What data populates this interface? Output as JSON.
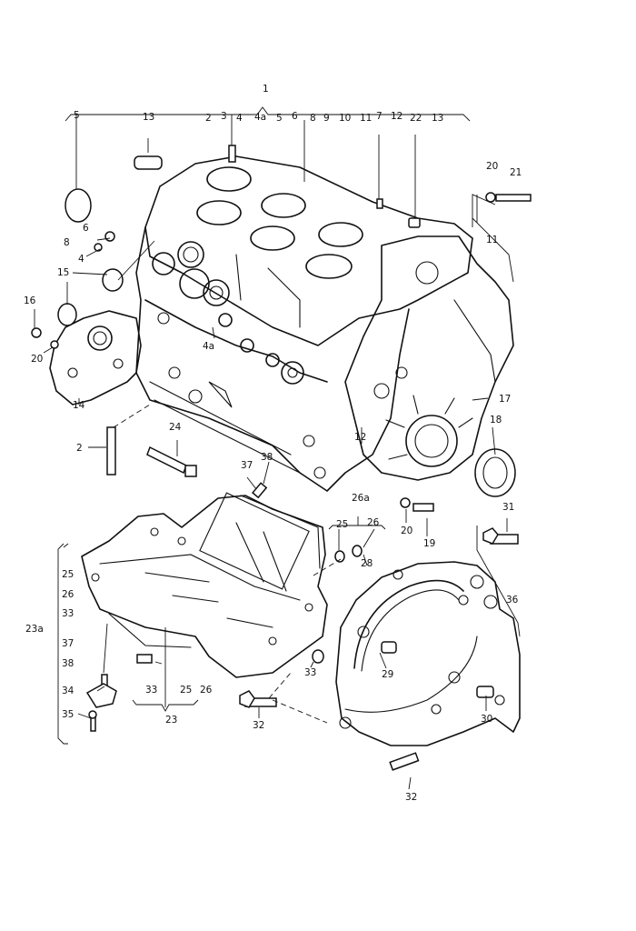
{
  "callouts": {
    "c1": "1",
    "c5a": "5",
    "c13a": "13",
    "c2a": "2",
    "c3": "3",
    "c4a": "4",
    "c4ab": "4a",
    "c5b": "5",
    "c6a": "6",
    "c8a": "8",
    "c9": "9",
    "c10": "10",
    "c11a": "11",
    "c7": "7",
    "c12a": "12",
    "c22": "22",
    "c13b": "13",
    "c20a": "20",
    "c21": "21",
    "c11b": "11",
    "c6b": "6",
    "c8b": "8",
    "c4b": "4",
    "c15": "15",
    "c16": "16",
    "c20b": "20",
    "c14": "14",
    "c4ac": "4a",
    "c17": "17",
    "c18": "18",
    "c12b": "12",
    "c2b": "2",
    "c24": "24",
    "c37a": "37",
    "c38a": "38",
    "c26a": "26a",
    "c20c": "20",
    "c19": "19",
    "c31": "31",
    "c25a": "25",
    "c26b": "26",
    "c28": "28",
    "c36": "36",
    "c25b": "25",
    "c26c": "26",
    "c33a": "33",
    "c23a": "23a",
    "c37b": "37",
    "c38b": "38",
    "c34": "34",
    "c35": "35",
    "c33b": "33",
    "c25c": "25",
    "c26d": "26",
    "c23": "23",
    "c33c": "33",
    "c29": "29",
    "c32a": "32",
    "c30": "30",
    "c32b": "32"
  },
  "icons": {
    "engine_block": "engine-block-illustration",
    "oil_pan": "oil-pan-illustration",
    "bell_housing": "flywheel-cover-plate-illustration"
  }
}
